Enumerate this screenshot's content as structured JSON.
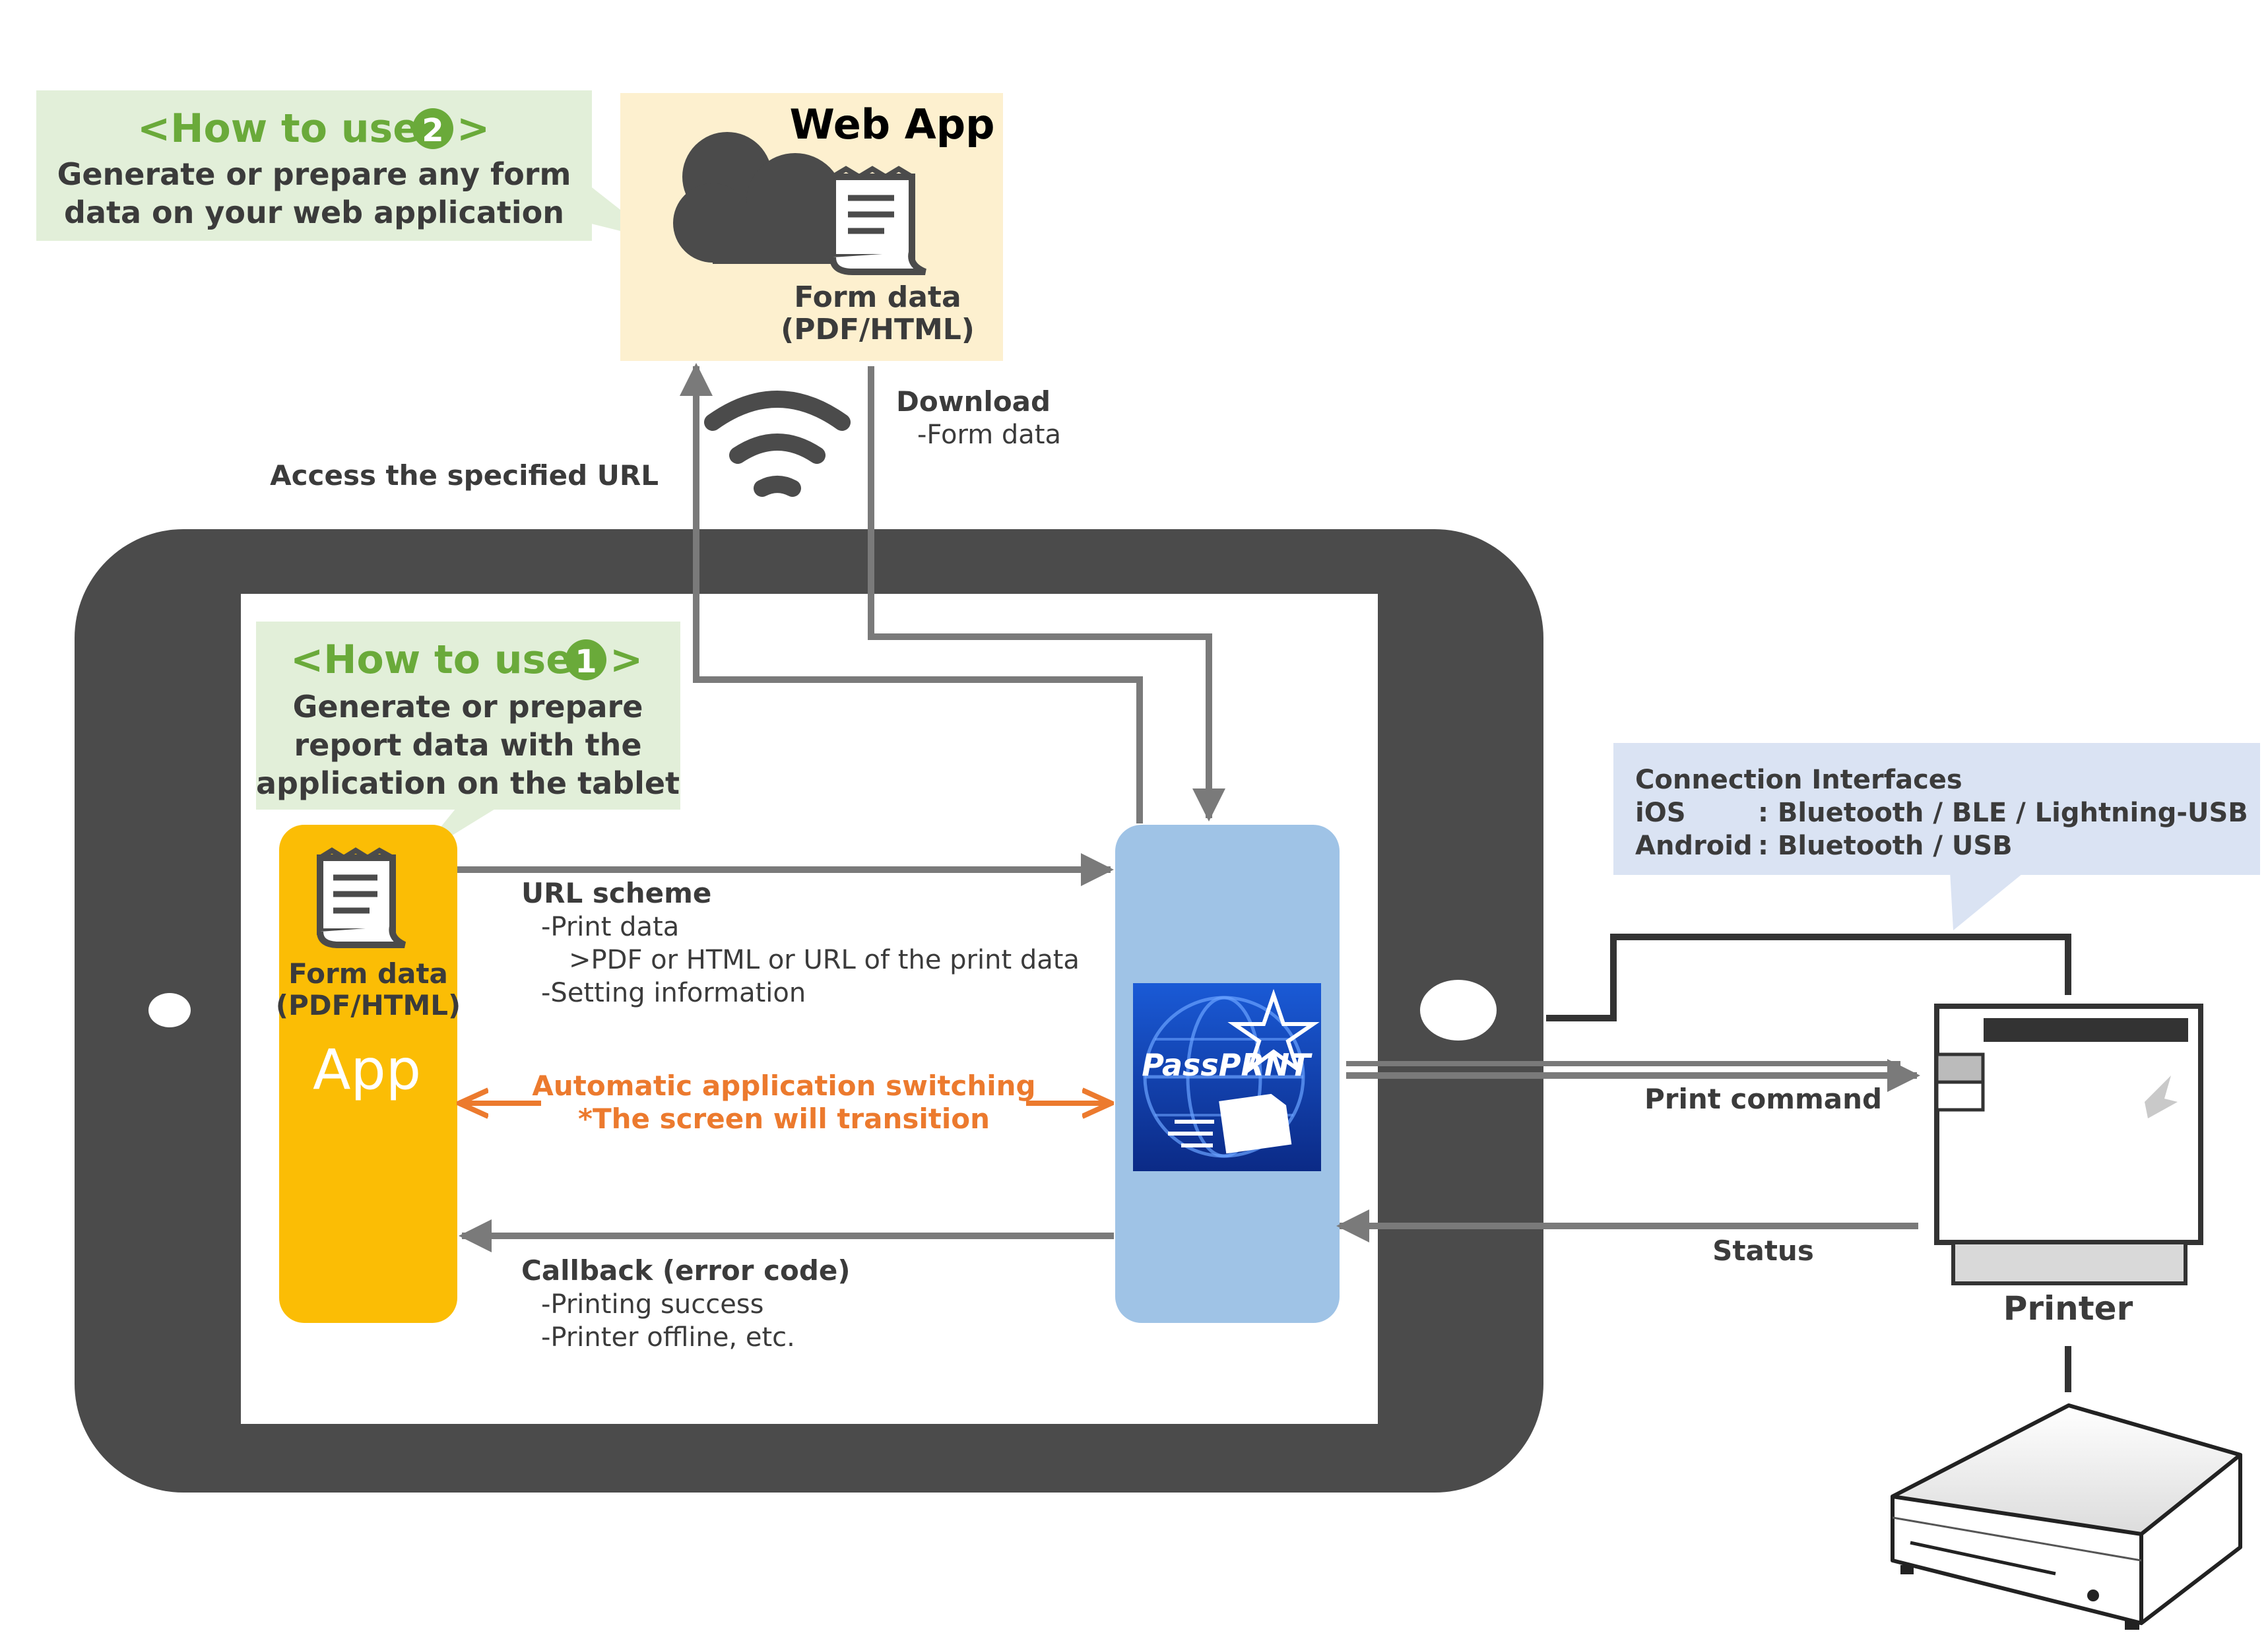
{
  "how_to_use_1": {
    "heading_prefix": "<How to use ",
    "number": "1",
    "heading_suffix": ">",
    "lines": [
      "Generate or prepare",
      "report data with the",
      "application on the tablet"
    ]
  },
  "how_to_use_2": {
    "heading_prefix": "<How to use ",
    "number": "2",
    "heading_suffix": ">",
    "lines": [
      "Generate or prepare any form",
      "data on your web application"
    ]
  },
  "web_app": {
    "title": "Web App",
    "form_data_label": "Form data",
    "form_data_format": "(PDF/HTML)"
  },
  "links": {
    "access_url": "Access the specified URL",
    "download_title": "Download",
    "download_sub": "-Form data",
    "url_scheme_title": "URL scheme",
    "url_scheme_lines": [
      "-Print data",
      ">PDF or HTML or URL of the print data",
      "-Setting information"
    ],
    "auto_switch_line1": "Automatic application switching",
    "auto_switch_line2": "*The screen will transition",
    "callback_title": "Callback (error code)",
    "callback_lines": [
      "-Printing success",
      "-Printer offline, etc."
    ],
    "print_command": "Print command",
    "status": "Status"
  },
  "app": {
    "form_data_label": "Form data",
    "form_data_format": "(PDF/HTML)",
    "name": "App"
  },
  "passprnt": {
    "logo_text": "PassPRNT"
  },
  "connection": {
    "title": "Connection Interfaces",
    "rows": [
      {
        "os": "iOS",
        "value": ": Bluetooth / BLE / Lightning-USB"
      },
      {
        "os": "Android",
        "value": ": Bluetooth / USB"
      }
    ]
  },
  "printer": {
    "label": "Printer"
  },
  "colors": {
    "green_heading": "#6aaa3a",
    "green_box": "#e2efd9",
    "web_box": "#fdf0cf",
    "app_yellow": "#fbbd05",
    "passprnt_blue": "#9fc3e6",
    "tablet_dark": "#4b4b4b",
    "arrow_gray": "#7a7a7a",
    "orange": "#ec7a2e",
    "connection_box": "#dae3f3",
    "text_dark": "#3b3b3b"
  }
}
